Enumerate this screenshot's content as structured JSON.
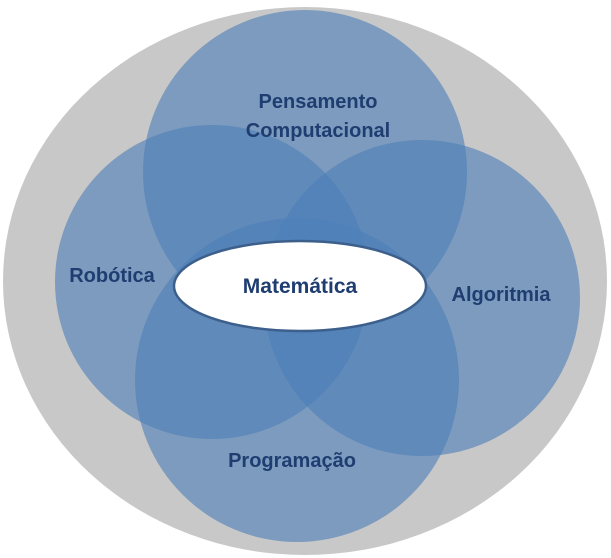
{
  "diagram": {
    "center": {
      "label": "Matemática"
    },
    "circles": {
      "top": {
        "line1": "Pensamento",
        "line2": "Computacional"
      },
      "left": {
        "label": "Robótica"
      },
      "right": {
        "label": "Algoritmia"
      },
      "bottom": {
        "label": "Programação"
      }
    }
  },
  "colors": {
    "outer_background": "#c8c8c8",
    "circle_fill": "#4e7fb8",
    "label_text": "#1f3d70",
    "center_fill": "#ffffff",
    "center_stroke": "#3c5f8c"
  }
}
